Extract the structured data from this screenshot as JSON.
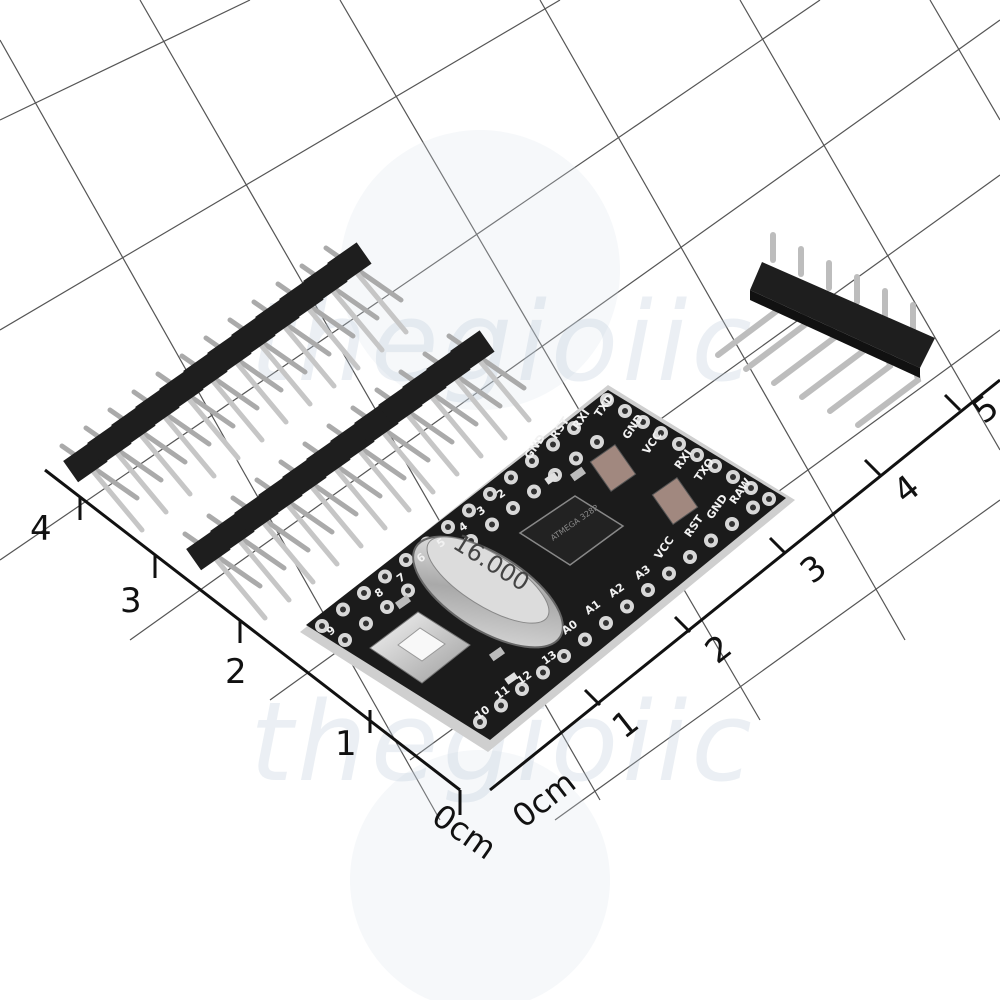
{
  "image": {
    "watermark": "thegioiic",
    "scale": {
      "axis_a": {
        "unit_label": "0cm",
        "ticks": [
          "1",
          "2",
          "3",
          "4"
        ]
      },
      "axis_b": {
        "unit_label": "0cm",
        "ticks": [
          "1",
          "2",
          "3",
          "4",
          "5"
        ]
      }
    },
    "board": {
      "crystal_marking": "16.000",
      "chip_marking": "ATMEGA 328P",
      "right_header_labels": [
        "TXD",
        "RXI",
        "RST",
        "GND",
        "RAW",
        "GND",
        "RST",
        "VCC"
      ],
      "top_labels": [
        "GND",
        "VCC",
        "TXO",
        "RXI"
      ],
      "left_pin_labels": [
        "2",
        "3",
        "4",
        "5",
        "6",
        "7",
        "8",
        "9"
      ],
      "analog_labels": [
        "A3",
        "A2",
        "A1",
        "A0"
      ],
      "bottom_labels": [
        "13",
        "12",
        "11",
        "10"
      ]
    },
    "colors": {
      "pcb": "#1b1b1b",
      "pad": "#d8d8d8",
      "header_plastic": "#1e1e1e",
      "pin_metal": "#bdbdbd",
      "grid_line": "#555555",
      "background": "#ffffff"
    }
  }
}
